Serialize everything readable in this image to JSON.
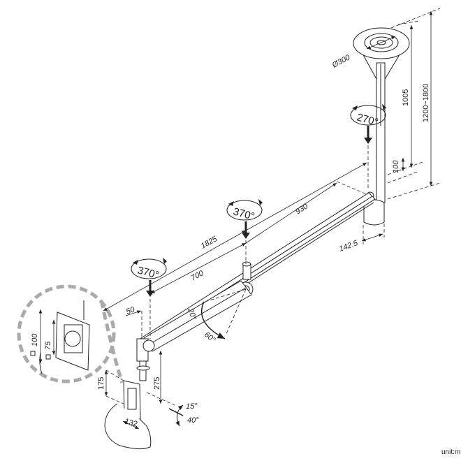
{
  "labels": {
    "ceiling_plate_diameter": "Ø300",
    "pole_rotation": "270°",
    "pole_length": "1005",
    "height_range": "1200~1800",
    "pole_adjust": "100",
    "beam_outer": "930",
    "base_width": "142.5",
    "joint_rotation_mid": "370°",
    "joint_rotation_end": "370°",
    "total_reach": "1825",
    "arm_length": "700",
    "offset": "50",
    "tilt_up": "20°",
    "tilt_down": "60°",
    "vesa_100": "100",
    "vesa_75": "75",
    "plate_height": "175",
    "drop_height": "275",
    "plate_width": "132",
    "monitor_tilt_up": "15°",
    "monitor_tilt_down": "40°",
    "unit": "unit:mm"
  },
  "colors": {
    "line": "#222222",
    "detail_circle": "#aaaaaa"
  }
}
